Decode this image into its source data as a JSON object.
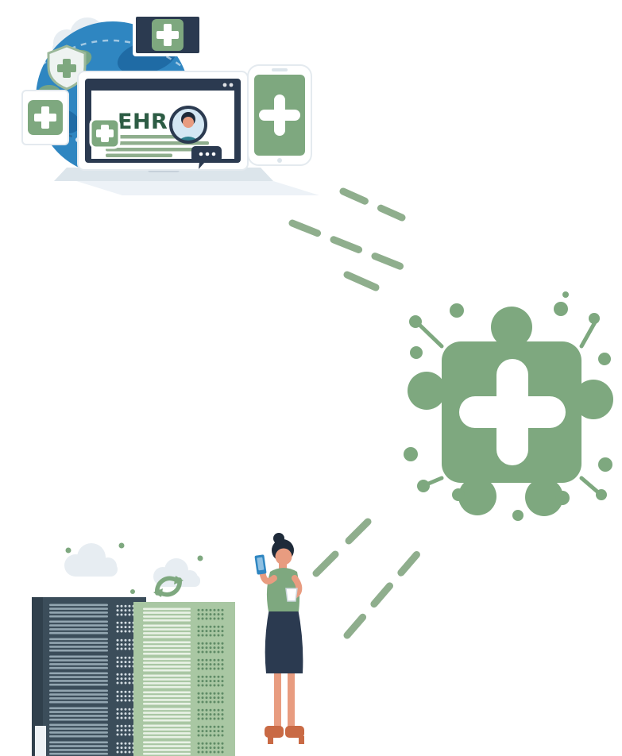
{
  "laptop": {
    "screen_label": "EHR"
  },
  "palette": {
    "green": "#7ea87f",
    "green_soft": "#a9c7a3",
    "green_line": "#8fae8d",
    "green_dark": "#2d5c44",
    "dot_green": "#5f8b66",
    "slat_green": "#e9f2e6",
    "slat_light": "#93a6b1",
    "dot_light": "#d4dde3",
    "navy": "#2b3a50",
    "slate": "#3b4d5a",
    "slate_dark": "#30404c",
    "blue": "#2f86c1",
    "blue_deep": "#1f6ba5",
    "teal": "#2e7f8e",
    "sky": "#d4e7f3",
    "cloud": "#e7edf2",
    "metal": "#dce5eb",
    "metal_dark": "#c6d1da",
    "skin": "#e89c80",
    "hair": "#1e2a39",
    "shoe": "#c96a45"
  },
  "icons": {
    "medical-cross-icon": "plus cross",
    "shield-icon": "security shield with cross",
    "globe-icon": "world globe",
    "cloud-icon": "cloud",
    "smartphone-icon": "phone with medical cross",
    "chat-bubble-icon": "typing message bubble",
    "doctor-avatar": "doctor profile",
    "puzzle-piece-icon": "integration puzzle with medical cross",
    "sync-arrows-icon": "circular sync arrows",
    "server-rack": "data server tower",
    "dashed-connector": "dashed link line",
    "phone-icon": "handheld phone",
    "coffee-cup": "cup"
  }
}
